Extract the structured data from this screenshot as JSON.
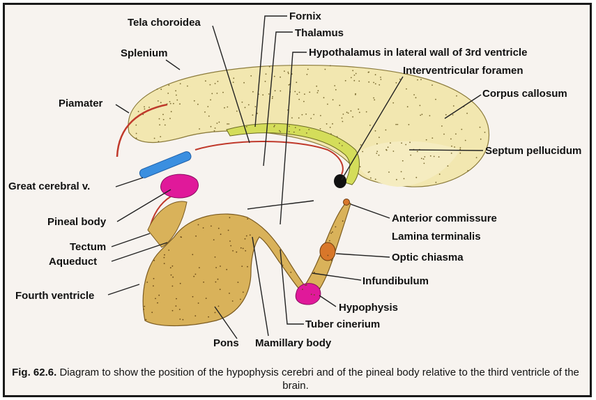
{
  "labels": {
    "tela_choroidea": "Tela choroidea",
    "fornix": "Fornix",
    "thalamus": "Thalamus",
    "hypothalamus": "Hypothalamus in lateral wall of 3rd ventricle",
    "splenium": "Splenium",
    "interventricular_foramen": "Interventricular foramen",
    "corpus_callosum": "Corpus callosum",
    "piamater": "Piamater",
    "septum_pellucidum": "Septum pellucidum",
    "great_cerebral_v": "Great cerebral v.",
    "pineal_body": "Pineal body",
    "anterior_commissure": "Anterior commissure",
    "lamina_terminalis": "Lamina terminalis",
    "tectum": "Tectum",
    "aqueduct": "Aqueduct",
    "optic_chiasma": "Optic chiasma",
    "infundibulum": "Infundibulum",
    "fourth_ventricle": "Fourth ventricle",
    "hypophysis": "Hypophysis",
    "tuber_cinerium": "Tuber cinerium",
    "pons": "Pons",
    "mamillary_body": "Mamillary body"
  },
  "caption": {
    "figure_number": "Fig. 62.6.",
    "text": "Diagram to show the position of the hypophysis cerebri and of the pineal body relative to the third ventricle of the brain."
  },
  "colors": {
    "corpus_callosum": "#f2e7b0",
    "brainstem": "#d9b25a",
    "fornix_band": "#d4dd5a",
    "pia_line": "#c0392b",
    "great_cerebral_vein": "#3a8fe0",
    "pineal_body": "#e0199a",
    "hypophysis": "#e0199a",
    "optic_chiasma": "#d8772a"
  }
}
